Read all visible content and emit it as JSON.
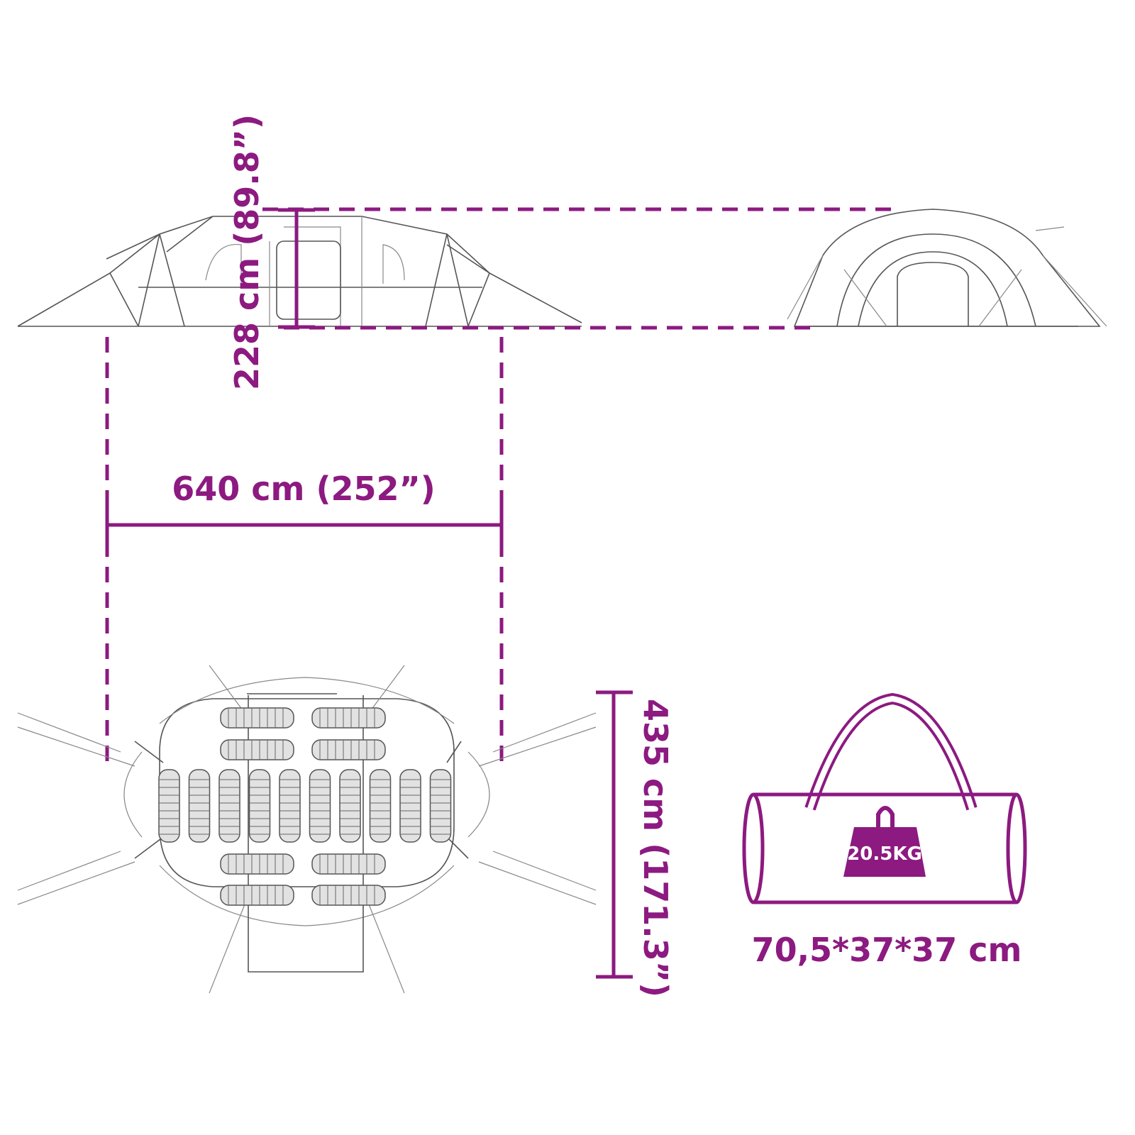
{
  "dimensions": {
    "width_label": "640 cm (252”)",
    "height_label": "228 cm (89.8”)",
    "depth_label": "435 cm (171.3”)"
  },
  "bag": {
    "weight_label": "20.5KG",
    "size_label": "70,5*37*37 cm"
  },
  "colors": {
    "accent": "#8c1a80",
    "line": "#555555",
    "bag_fill": "#e2e2e2"
  },
  "floor_plan": {
    "vertical_sleeping_bags": 10,
    "horizontal_sleeping_bags": 8
  }
}
